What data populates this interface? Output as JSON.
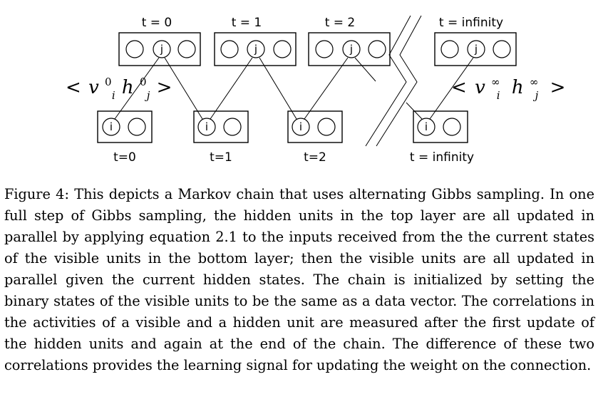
{
  "top_layer": {
    "t0_label": "t = 0",
    "t1_label": "t = 1",
    "t2_label": "t = 2",
    "tinf_label": "t = infinity",
    "hidden_unit_label": "j"
  },
  "bottom_layer": {
    "t0_label": "t=0",
    "t1_label": "t=1",
    "t2_label": "t=2",
    "tinf_label": "t = infinity",
    "visible_unit_label": "i"
  },
  "correlations": {
    "start": {
      "open": "<",
      "v": "v",
      "v_sub": "i",
      "v_sup": "0",
      "h": "h",
      "h_sub": "j",
      "h_sup": "0",
      "close": ">"
    },
    "end": {
      "open": "<",
      "v": "v",
      "v_sub": "i",
      "v_sup": "∞",
      "h": "h",
      "h_sub": "j",
      "h_sup": "∞",
      "close": ">"
    }
  },
  "caption": {
    "label": "Figure 4:",
    "text": "This depicts a Markov chain that uses alternating Gibbs sampling. In one full step of Gibbs sampling, the hidden units in the top layer are all updated in parallel by applying equation 2.1 to the inputs received from the the current states of the visible units in the bottom layer; then the visible units are all updated in parallel given the current hidden states. The chain is initialized by setting the binary states of the visible units to be the same as a data vector. The correlations in the activities of a visible and a hidden unit are measured after the first update of the hidden units and again at the end of the chain. The difference of these two correlations provides the learning signal for updating the weight on the connection."
  }
}
